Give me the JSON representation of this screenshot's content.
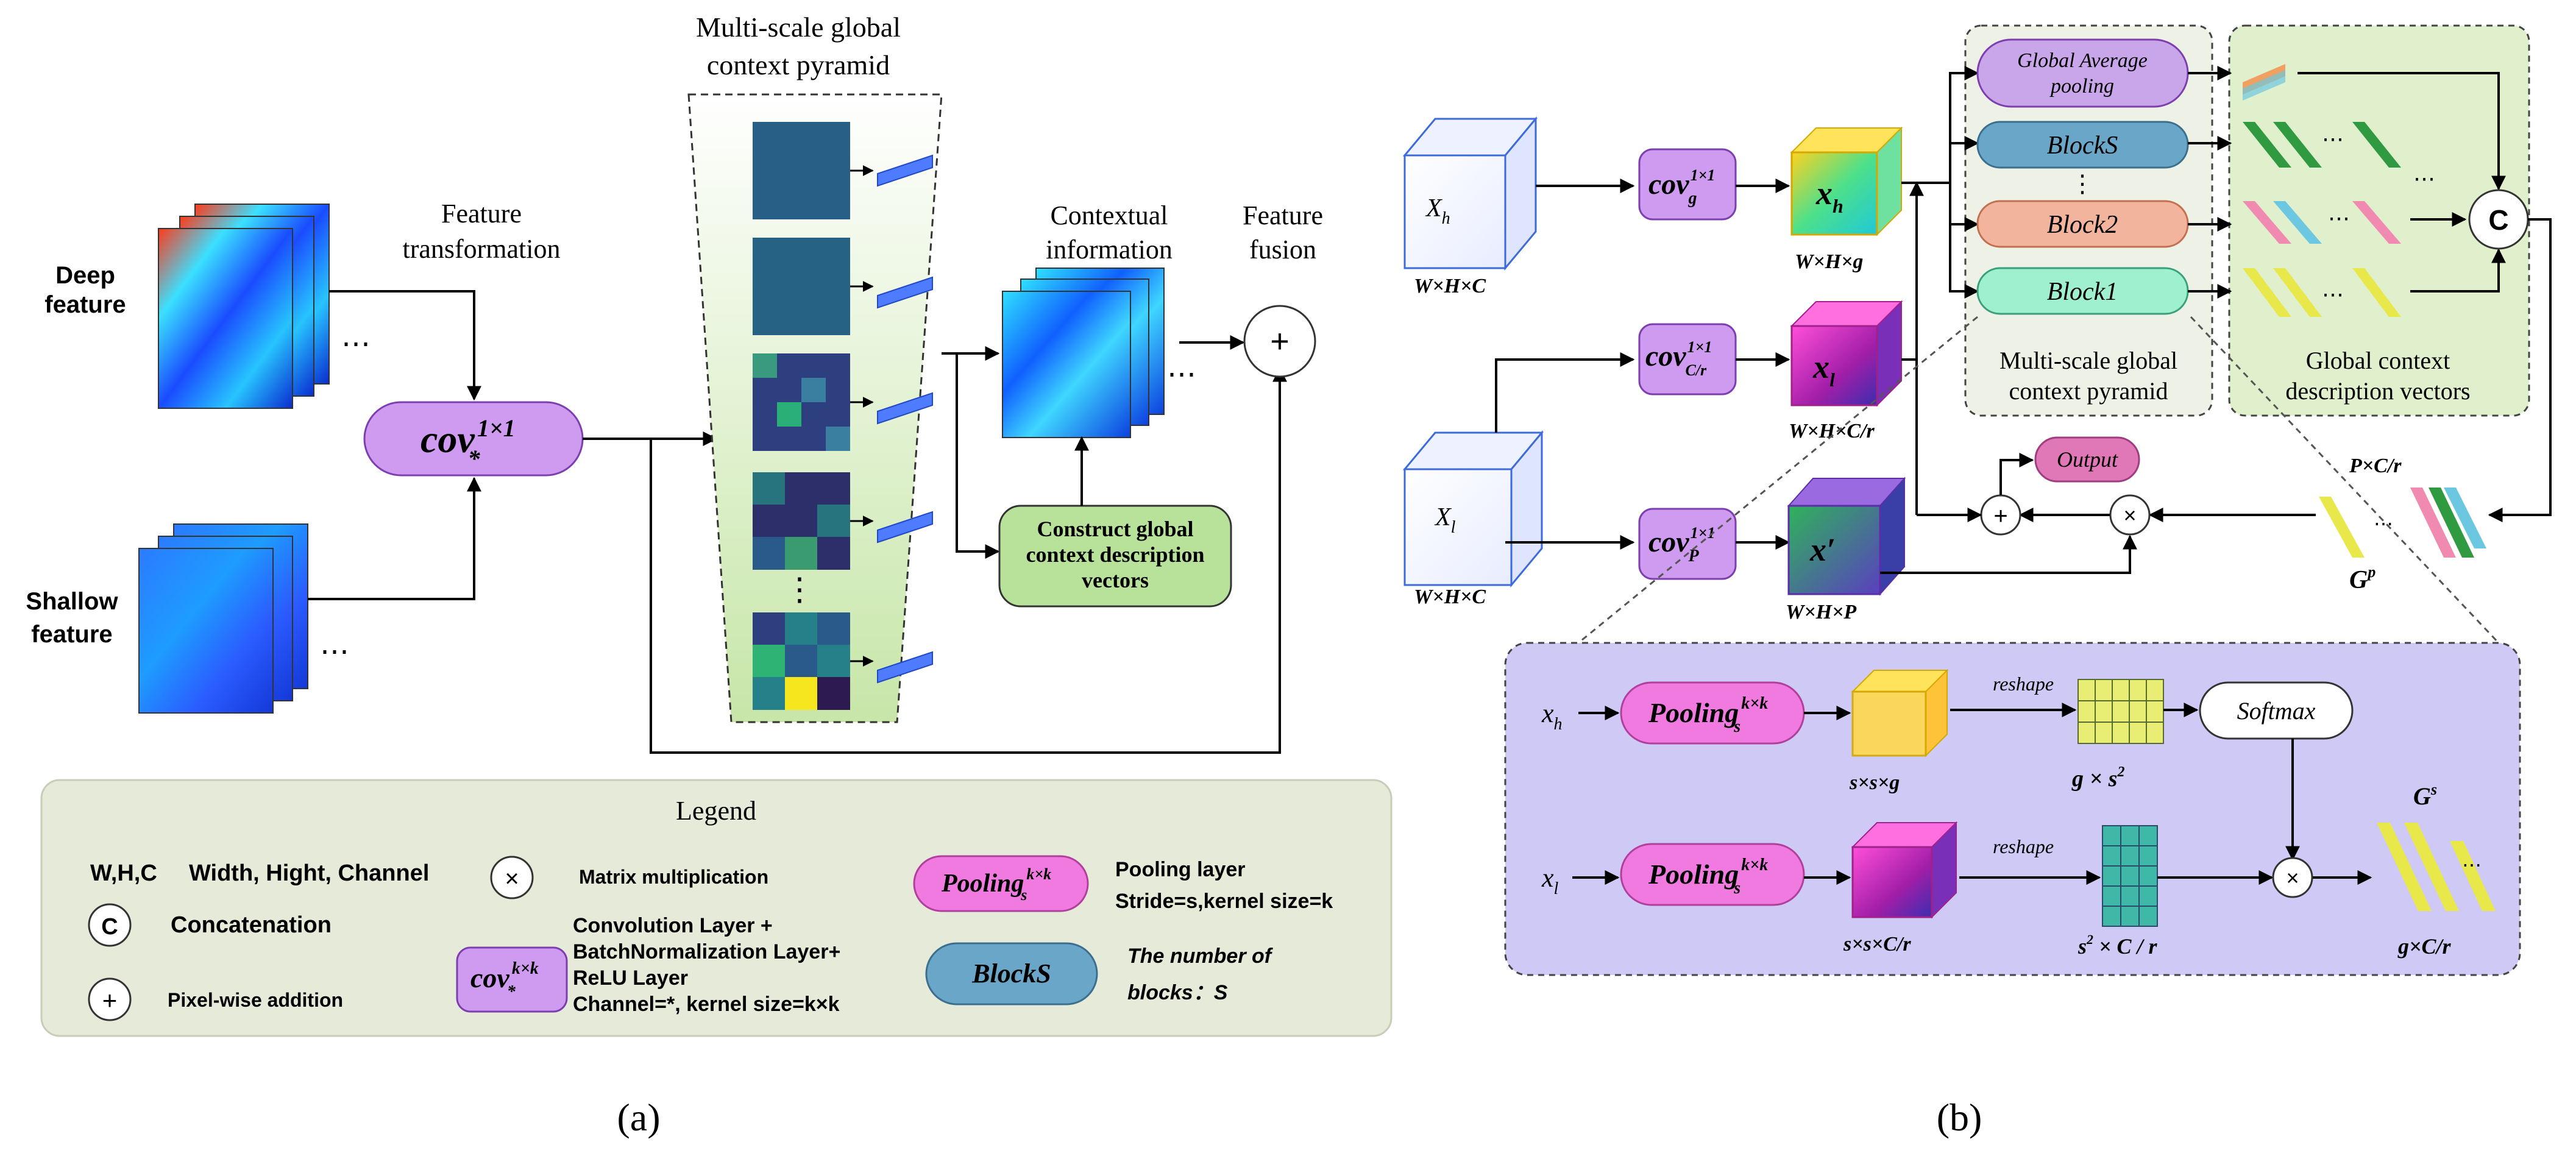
{
  "panel_a": {
    "caption": "(a)",
    "deep_feature": "Deep feature",
    "shallow_feature": "Shallow feature",
    "feature_transformation": "Feature transformation",
    "cov_main": "cov",
    "cov_main_sub": "*",
    "cov_main_sup": "1×1",
    "pyramid_title": "Multi-scale global context pyramid",
    "contextual_information": "Contextual information",
    "feature_fusion": "Feature fusion",
    "construct_box": "Construct global context description vectors",
    "ellipsis": "⋮",
    "dots": "⋯",
    "plus": "+"
  },
  "legend": {
    "title": "Legend",
    "whc_key": "W,H,C",
    "whc_desc": "Width, Hight, Channel",
    "c_symbol": "C",
    "c_desc": "Concatenation",
    "plus_symbol": "+",
    "plus_desc": "Pixel-wise addition",
    "times_symbol": "×",
    "times_desc": "Matrix multiplication",
    "cov_label": "cov",
    "cov_sub": "*",
    "cov_sup": "k×k",
    "cov_desc_1": "Convolution Layer +",
    "cov_desc_2": "BatchNormalization Layer+",
    "cov_desc_3": "ReLU Layer",
    "cov_desc_4": "Channel=*, kernel size=k×k",
    "pooling_label": "Pooling",
    "pooling_sub": "s",
    "pooling_sup": "k×k",
    "pooling_desc_1": "Pooling layer",
    "pooling_desc_2": "Stride=s,kernel size=k",
    "blocks_label": "BlockS",
    "blocks_desc_1": "The number of",
    "blocks_desc_2": "blocks：S"
  },
  "panel_b": {
    "caption": "(b)",
    "Xh": "X",
    "Xh_sub": "h",
    "Xh_dim": "W×H×C",
    "Xl": "X",
    "Xl_sub": "l",
    "Xl_dim": "W×H×C",
    "cov_g": "cov",
    "cov_g_sub": "g",
    "cov_g_sup": "1×1",
    "cov_cr": "cov",
    "cov_cr_sub": "C/r",
    "cov_cr_sup": "1×1",
    "cov_p": "cov",
    "cov_p_sub": "P",
    "cov_p_sup": "1×1",
    "xh": "x",
    "xh_sub": "h",
    "xh_dim": "W×H×g",
    "xl": "x",
    "xl_sub": "l",
    "xl_dim": "W×H×C/r",
    "xprime": "x′",
    "xprime_dim": "W×H×P",
    "gap_1": "Global Average",
    "gap_2": "pooling",
    "blocks": "BlockS",
    "block2": "Block2",
    "block1": "Block1",
    "pyramid_label_1": "Multi-scale global",
    "pyramid_label_2": "context pyramid",
    "gcdv_label_1": "Global context",
    "gcdv_label_2": "description vectors",
    "concat": "C",
    "output": "Output",
    "plus": "+",
    "times": "×",
    "pcr": "P×C/r",
    "gp": "G",
    "gp_sup": "p",
    "ellipsis": "⋮",
    "dots": "⋯"
  },
  "detail": {
    "xh": "x",
    "xh_sub": "h",
    "xl": "x",
    "xl_sub": "l",
    "pool": "Pooling",
    "pool_sub": "s",
    "pool_sup": "k×k",
    "reshape": "reshape",
    "ssg": "s×s×g",
    "ssc": "s×s×C/r",
    "gs2": "g × s",
    "gs2_sup": "2",
    "s2c_pre": "s",
    "s2c_sup": "2",
    "s2c_post": " × C / r",
    "softmax": "Softmax",
    "times": "×",
    "gs_label": "G",
    "gs_sup": "s",
    "gcr": "g×C/r",
    "dots": "⋯"
  },
  "colors": {
    "cov_fill": "#cf9bf0",
    "cov_stroke": "#9b59d0",
    "pool_fill": "#f07ae0",
    "blocks_fill": "#6aa6c8",
    "block2_fill": "#f2b49c",
    "block1_fill": "#9ff0cf",
    "gap_fill": "#c9a6ea",
    "output_fill": "#e078b8",
    "construct_fill": "#b8e29a",
    "legend_bg": "#e6ead8",
    "detail_bg": "#cfcaf5",
    "pyramid_bg": "#e8f3dd"
  }
}
